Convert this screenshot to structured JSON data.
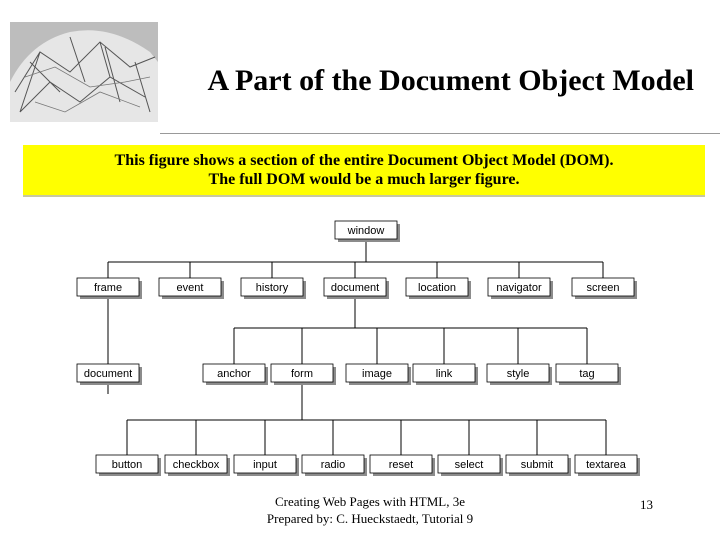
{
  "slide": {
    "title": "A Part of the Document Object Model",
    "caption_line1": "This figure shows a section of the entire Document Object Model (DOM).",
    "caption_line2": "The full DOM would be a much larger figure.",
    "footer_line1": "Creating Web Pages with HTML, 3e",
    "footer_line2": "Prepared by: C. Hueckstaedt, Tutorial 9",
    "page_number": "13"
  },
  "diagram": {
    "root": "window",
    "level1": [
      "frame",
      "event",
      "history",
      "document",
      "location",
      "navigator",
      "screen"
    ],
    "level2": [
      "document",
      "anchor",
      "form",
      "image",
      "link",
      "style",
      "tag"
    ],
    "level3": [
      "button",
      "checkbox",
      "input",
      "radio",
      "reset",
      "select",
      "submit",
      "textarea"
    ]
  },
  "colors": {
    "caption_background": "#ffff00",
    "node_fill": "#ffffff",
    "node_shadow": "#8c8c8c",
    "line": "#000000"
  }
}
